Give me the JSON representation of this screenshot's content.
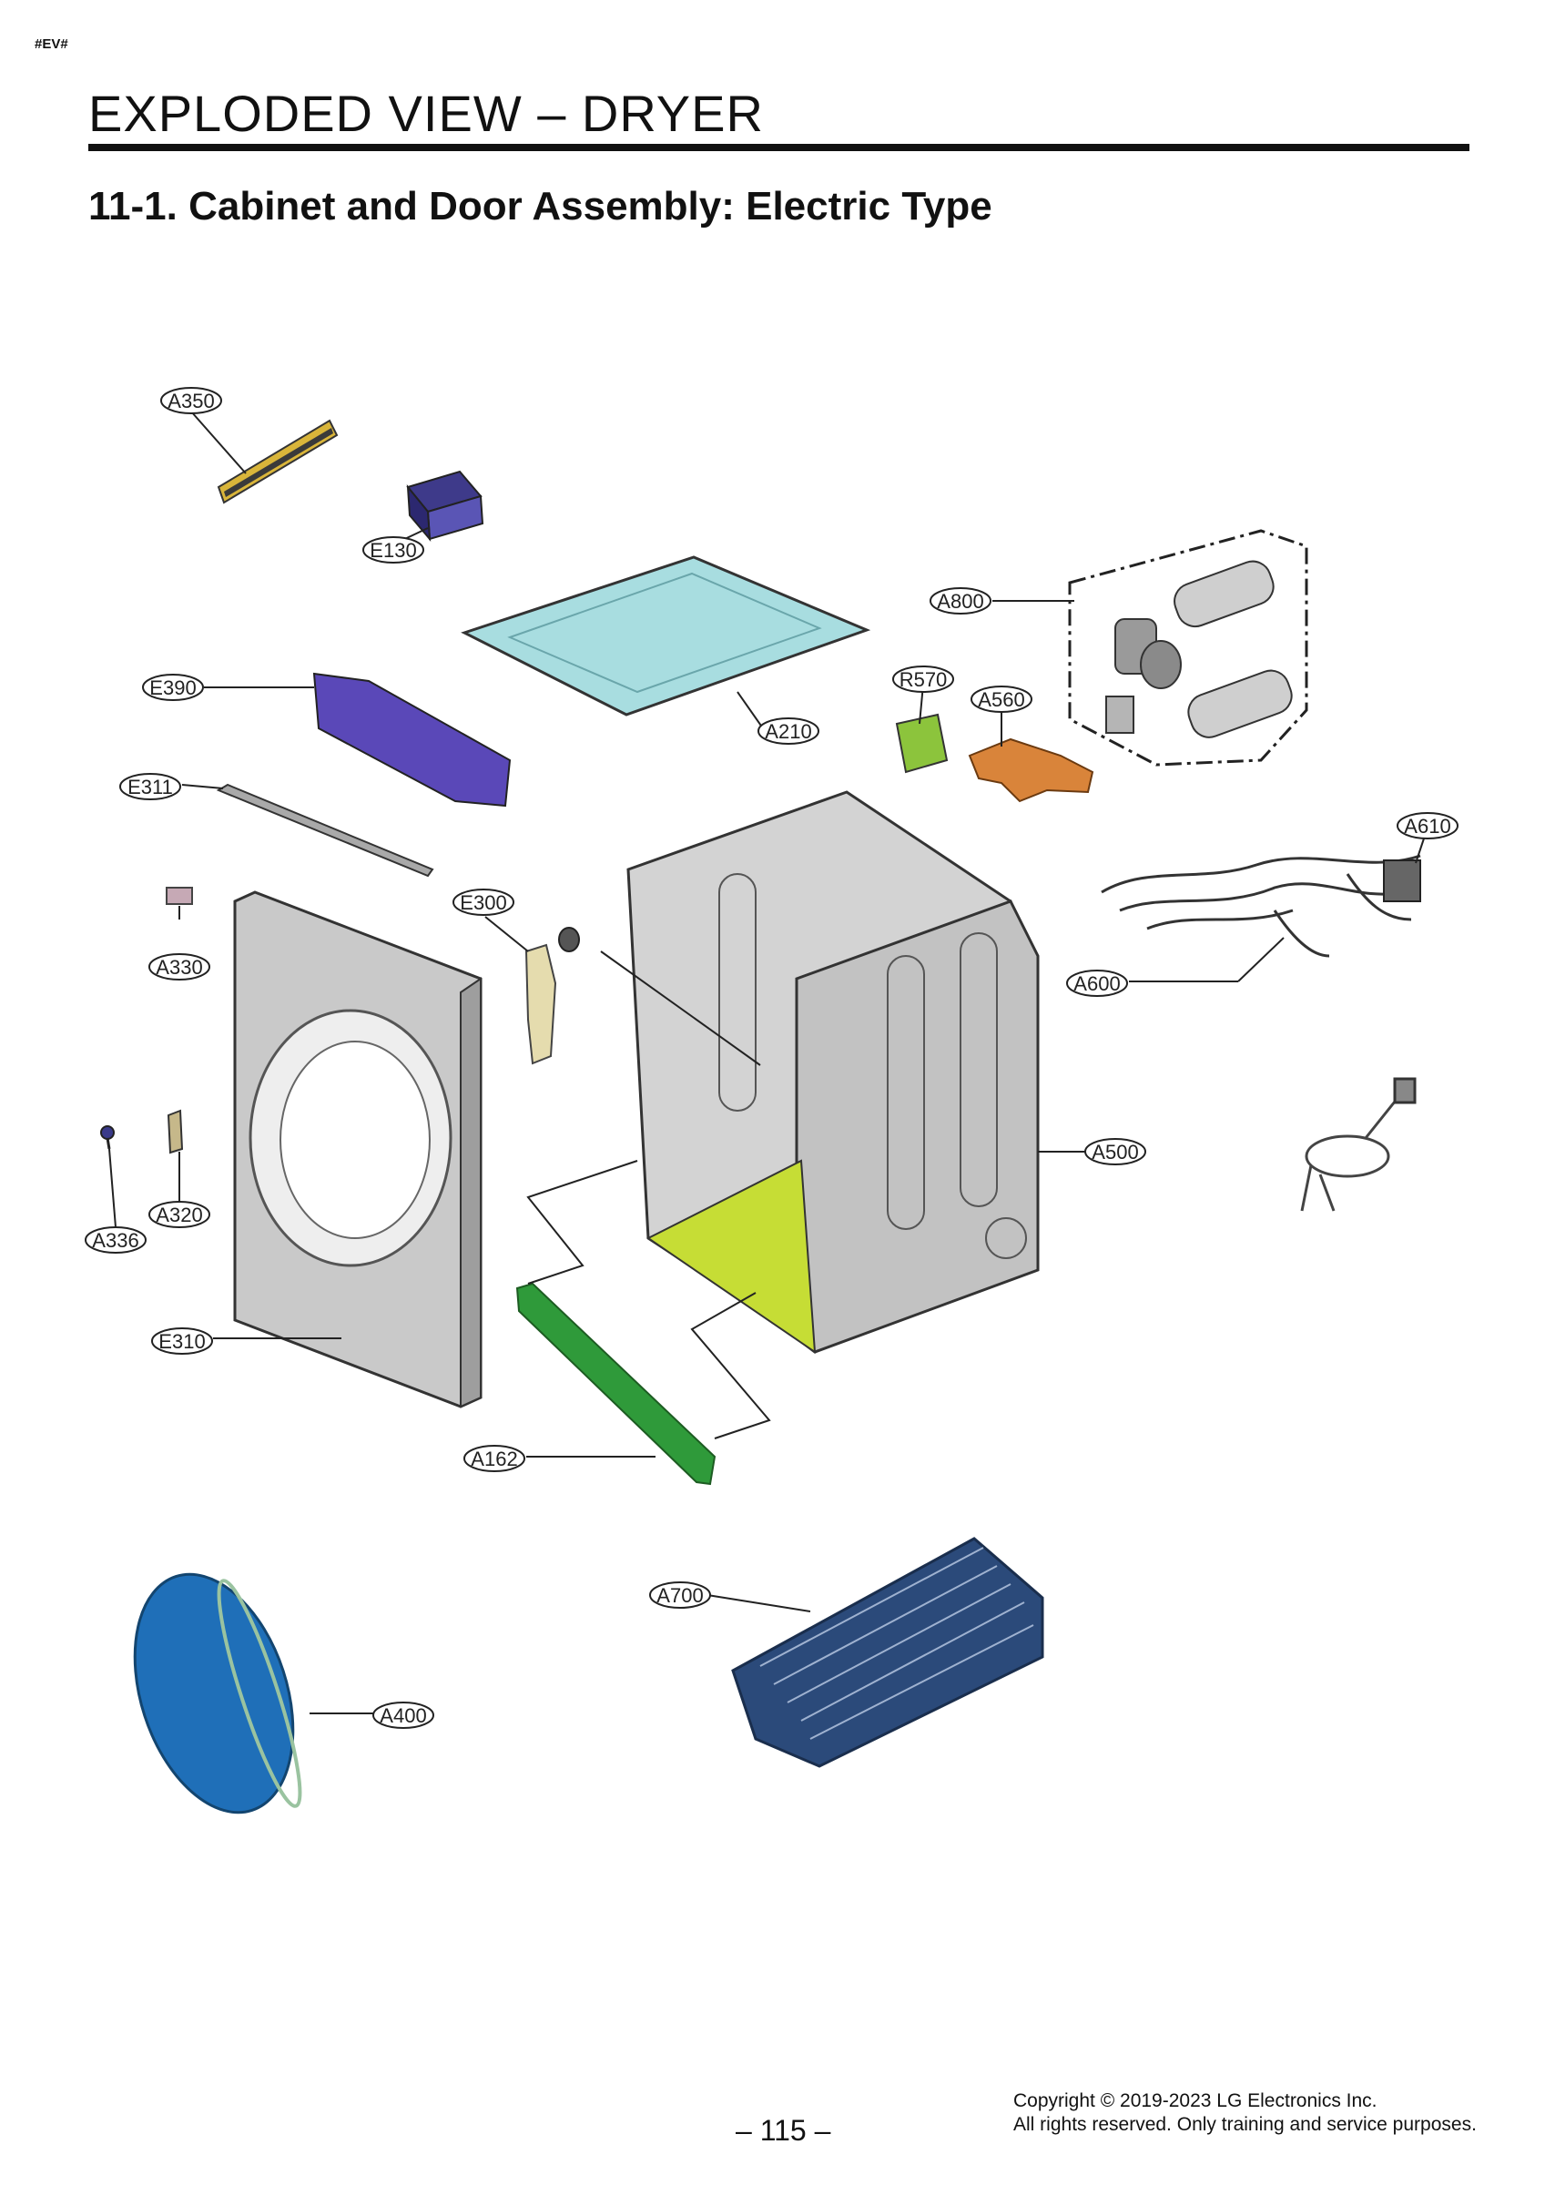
{
  "header": {
    "tag": "#EV#",
    "page_title": "EXPLODED VIEW – DRYER",
    "section_title": "11-1. Cabinet and Door Assembly: Electric Type"
  },
  "callouts": [
    {
      "id": "A350",
      "label": "A350"
    },
    {
      "id": "E130",
      "label": "E130"
    },
    {
      "id": "A800",
      "label": "A800"
    },
    {
      "id": "E390",
      "label": "E390"
    },
    {
      "id": "R570",
      "label": "R570"
    },
    {
      "id": "A560",
      "label": "A560"
    },
    {
      "id": "A210",
      "label": "A210"
    },
    {
      "id": "E311",
      "label": "E311"
    },
    {
      "id": "A610",
      "label": "A610"
    },
    {
      "id": "E300",
      "label": "E300"
    },
    {
      "id": "A330",
      "label": "A330"
    },
    {
      "id": "A600",
      "label": "A600"
    },
    {
      "id": "A500",
      "label": "A500"
    },
    {
      "id": "A320",
      "label": "A320"
    },
    {
      "id": "A336",
      "label": "A336"
    },
    {
      "id": "E310",
      "label": "E310"
    },
    {
      "id": "A162",
      "label": "A162"
    },
    {
      "id": "A700",
      "label": "A700"
    },
    {
      "id": "A400",
      "label": "A400"
    }
  ],
  "colors": {
    "top_plate": "#a8dde0",
    "control_bracket": "#5a48b8",
    "cabinet": "#c9c9c9",
    "base": "#c6dd35",
    "bracket_green": "#2f9a3a",
    "door": "#1f6fb8",
    "rack": "#2b4a7a",
    "duct": "#d9843a",
    "sensor": "#8cc43c"
  },
  "footer": {
    "page_number": "– 115 –",
    "copyright_line1": "Copyright © 2019-2023 LG Electronics Inc.",
    "copyright_line2": "All rights reserved. Only training and service purposes."
  }
}
